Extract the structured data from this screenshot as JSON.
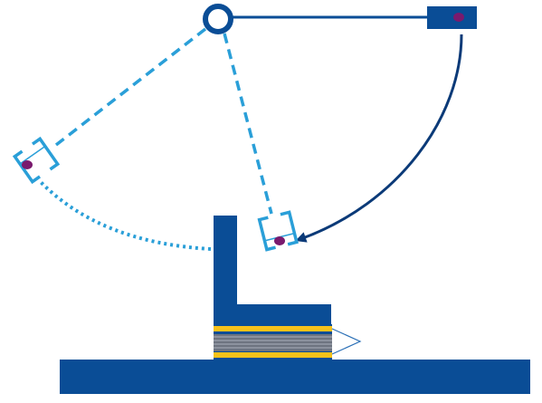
{
  "diagram": {
    "type": "pendulum-impact-test-illustration",
    "colors": {
      "dark_blue": "#0a4d96",
      "navy_arrow": "#0b3a78",
      "light_blue": "#2a9fd8",
      "purple": "#7a1a6e",
      "yellow": "#f6c21b",
      "gray_layers": "#6e7480",
      "white": "#ffffff"
    },
    "parts": [
      "pivot",
      "pendulum-arm-horizontal",
      "pendulum-arm-swing",
      "pendulum-arm-raised",
      "striker-head-start",
      "striker-head-impact",
      "striker-head-raised",
      "swing-arrow",
      "return-arc",
      "specimen-holder",
      "specimen-layers",
      "specimen-notch",
      "base-plate"
    ]
  }
}
